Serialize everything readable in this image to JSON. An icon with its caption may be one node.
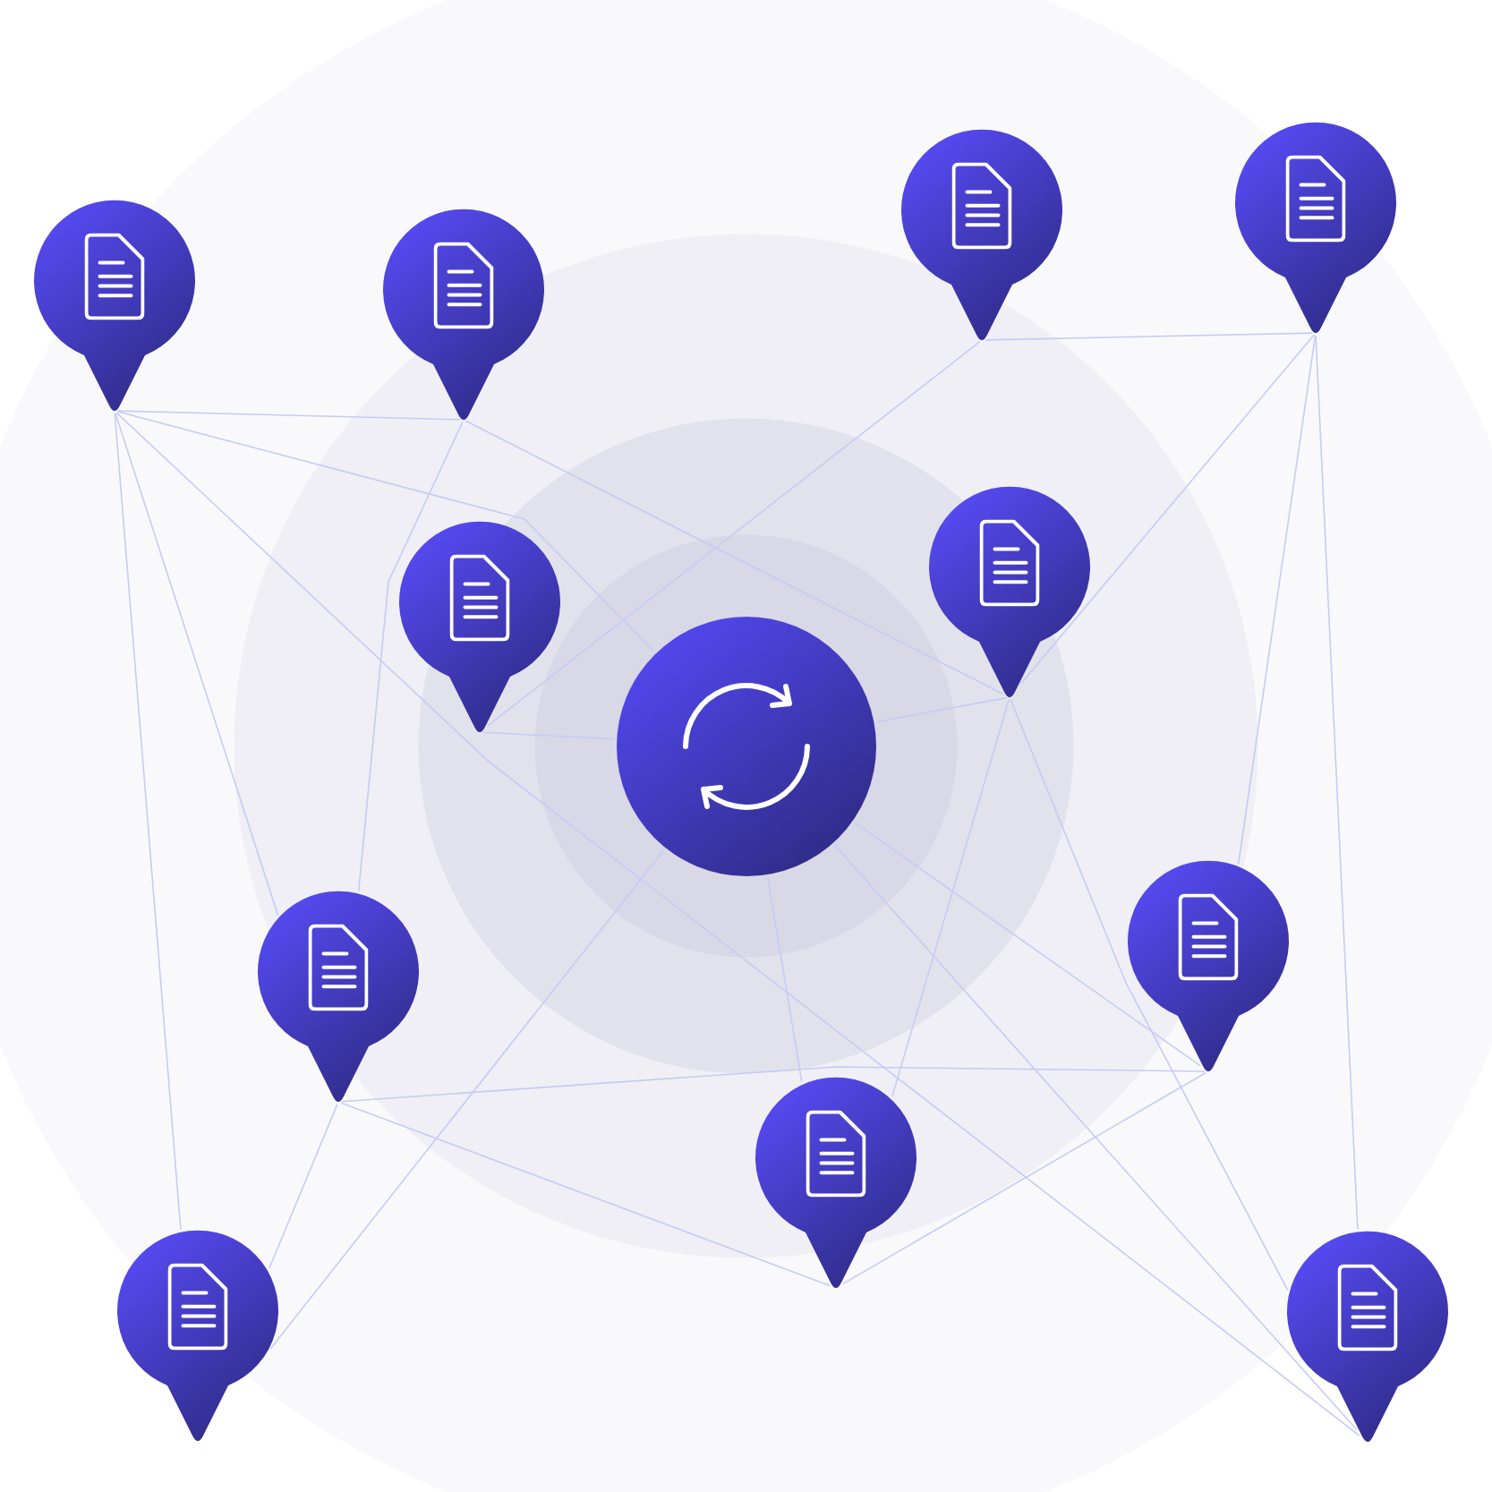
{
  "diagram": {
    "nodes": [
      {
        "text": [],
        "shape": "pin"
      },
      {
        "text": [],
        "shape": "pin"
      },
      {
        "text": [],
        "shape": "pin"
      },
      {
        "text": [],
        "shape": "pin"
      },
      {
        "text": [],
        "shape": "pin"
      },
      {
        "text": [],
        "shape": "pin"
      },
      {
        "text": [],
        "shape": "circle"
      },
      {
        "text": [],
        "shape": "pin"
      },
      {
        "text": [],
        "shape": "pin"
      },
      {
        "text": [],
        "shape": "pin"
      },
      {
        "text": [],
        "shape": "pin"
      },
      {
        "text": [],
        "shape": "pin"
      }
    ],
    "edges": [
      {
        "from": 0,
        "to": 1,
        "arrow": "none"
      },
      {
        "from": 0,
        "to": 6,
        "arrow": "none"
      },
      {
        "from": 0,
        "to": 11,
        "arrow": "none"
      },
      {
        "from": 0,
        "to": 7,
        "arrow": "none"
      },
      {
        "from": 0,
        "to": 10,
        "arrow": "none"
      },
      {
        "from": 1,
        "to": 5,
        "arrow": "none"
      },
      {
        "from": 1,
        "to": 7,
        "arrow": "none"
      },
      {
        "from": 2,
        "to": 3,
        "arrow": "none"
      },
      {
        "from": 2,
        "to": 4,
        "arrow": "none"
      },
      {
        "from": 3,
        "to": 5,
        "arrow": "none"
      },
      {
        "from": 3,
        "to": 8,
        "arrow": "none"
      },
      {
        "from": 3,
        "to": 11,
        "arrow": "none"
      },
      {
        "from": 4,
        "to": 6,
        "arrow": "none"
      },
      {
        "from": 5,
        "to": 6,
        "arrow": "none"
      },
      {
        "from": 5,
        "to": 9,
        "arrow": "none"
      },
      {
        "from": 5,
        "to": 11,
        "arrow": "none"
      },
      {
        "from": 6,
        "to": 8,
        "arrow": "none"
      },
      {
        "from": 6,
        "to": 11,
        "arrow": "none"
      },
      {
        "from": 6,
        "to": 9,
        "arrow": "none"
      },
      {
        "from": 6,
        "to": 10,
        "arrow": "none"
      },
      {
        "from": 7,
        "to": 8,
        "arrow": "none"
      },
      {
        "from": 7,
        "to": 9,
        "arrow": "none"
      },
      {
        "from": 7,
        "to": 10,
        "arrow": "none"
      },
      {
        "from": 8,
        "to": 9,
        "arrow": "none"
      }
    ]
  }
}
